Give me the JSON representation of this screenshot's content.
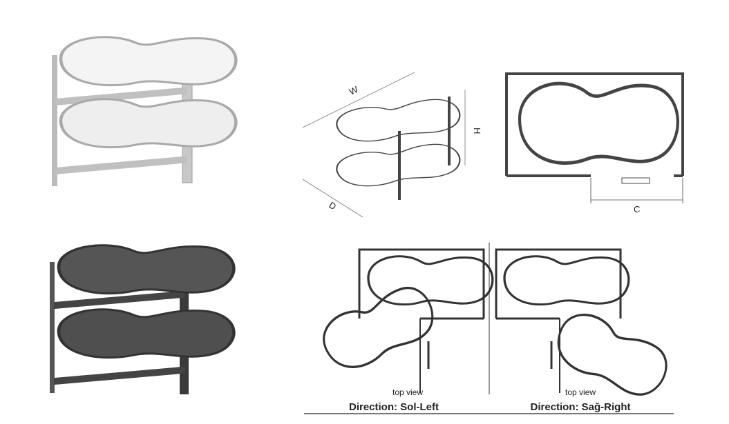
{
  "dimensions": {
    "width_label": "W",
    "height_label": "H",
    "depth_label": "D",
    "clearance_label": "C"
  },
  "views": [
    {
      "caption": "top view",
      "direction": "Direction: Sol-Left"
    },
    {
      "caption": "top view",
      "direction": "Direction: Sağ-Right"
    }
  ],
  "colors": {
    "white_finish": "#f2f2f2",
    "anthracite_finish": "#4a4a4a",
    "line": "#333333"
  }
}
